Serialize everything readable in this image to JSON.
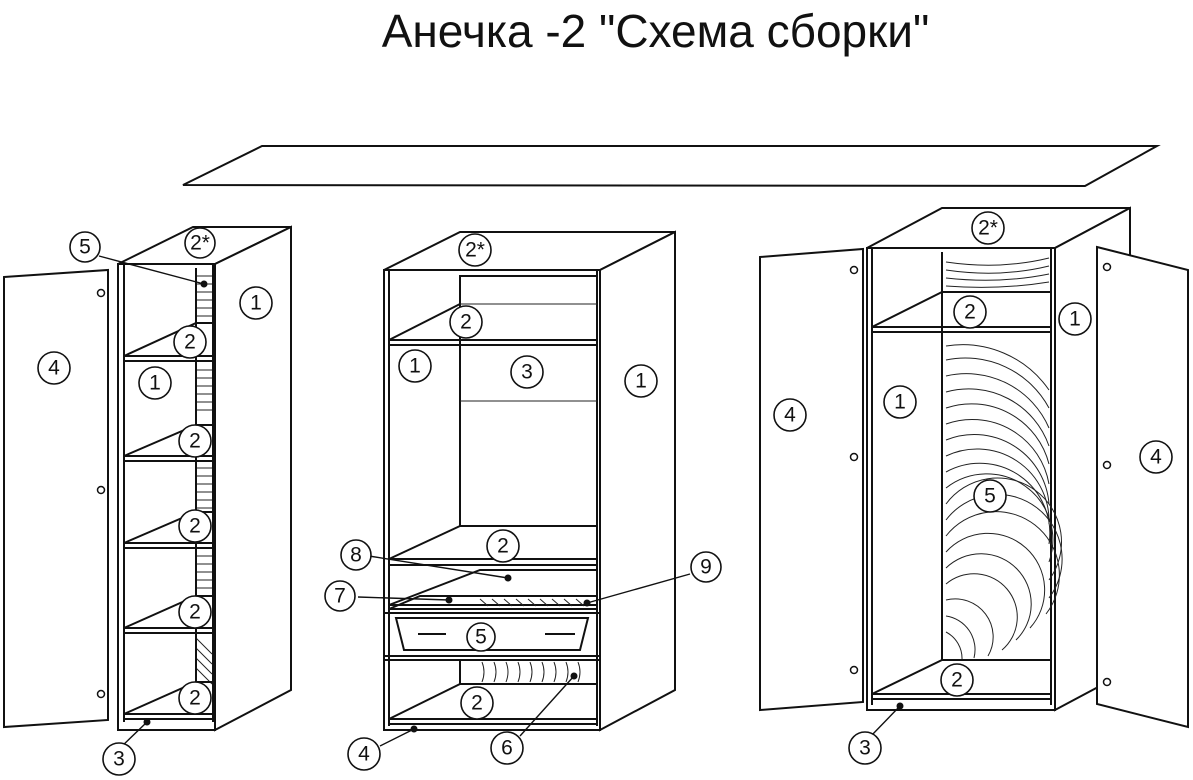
{
  "title": "Анечка -2 \"Схема сборки\"",
  "labels": {
    "num_1": "1",
    "num_2": "2",
    "num_2_top": "2*",
    "num_3": "3",
    "num_4": "4",
    "num_5": "5",
    "num_6": "6",
    "num_7": "7",
    "num_8": "8",
    "num_9": "9"
  }
}
